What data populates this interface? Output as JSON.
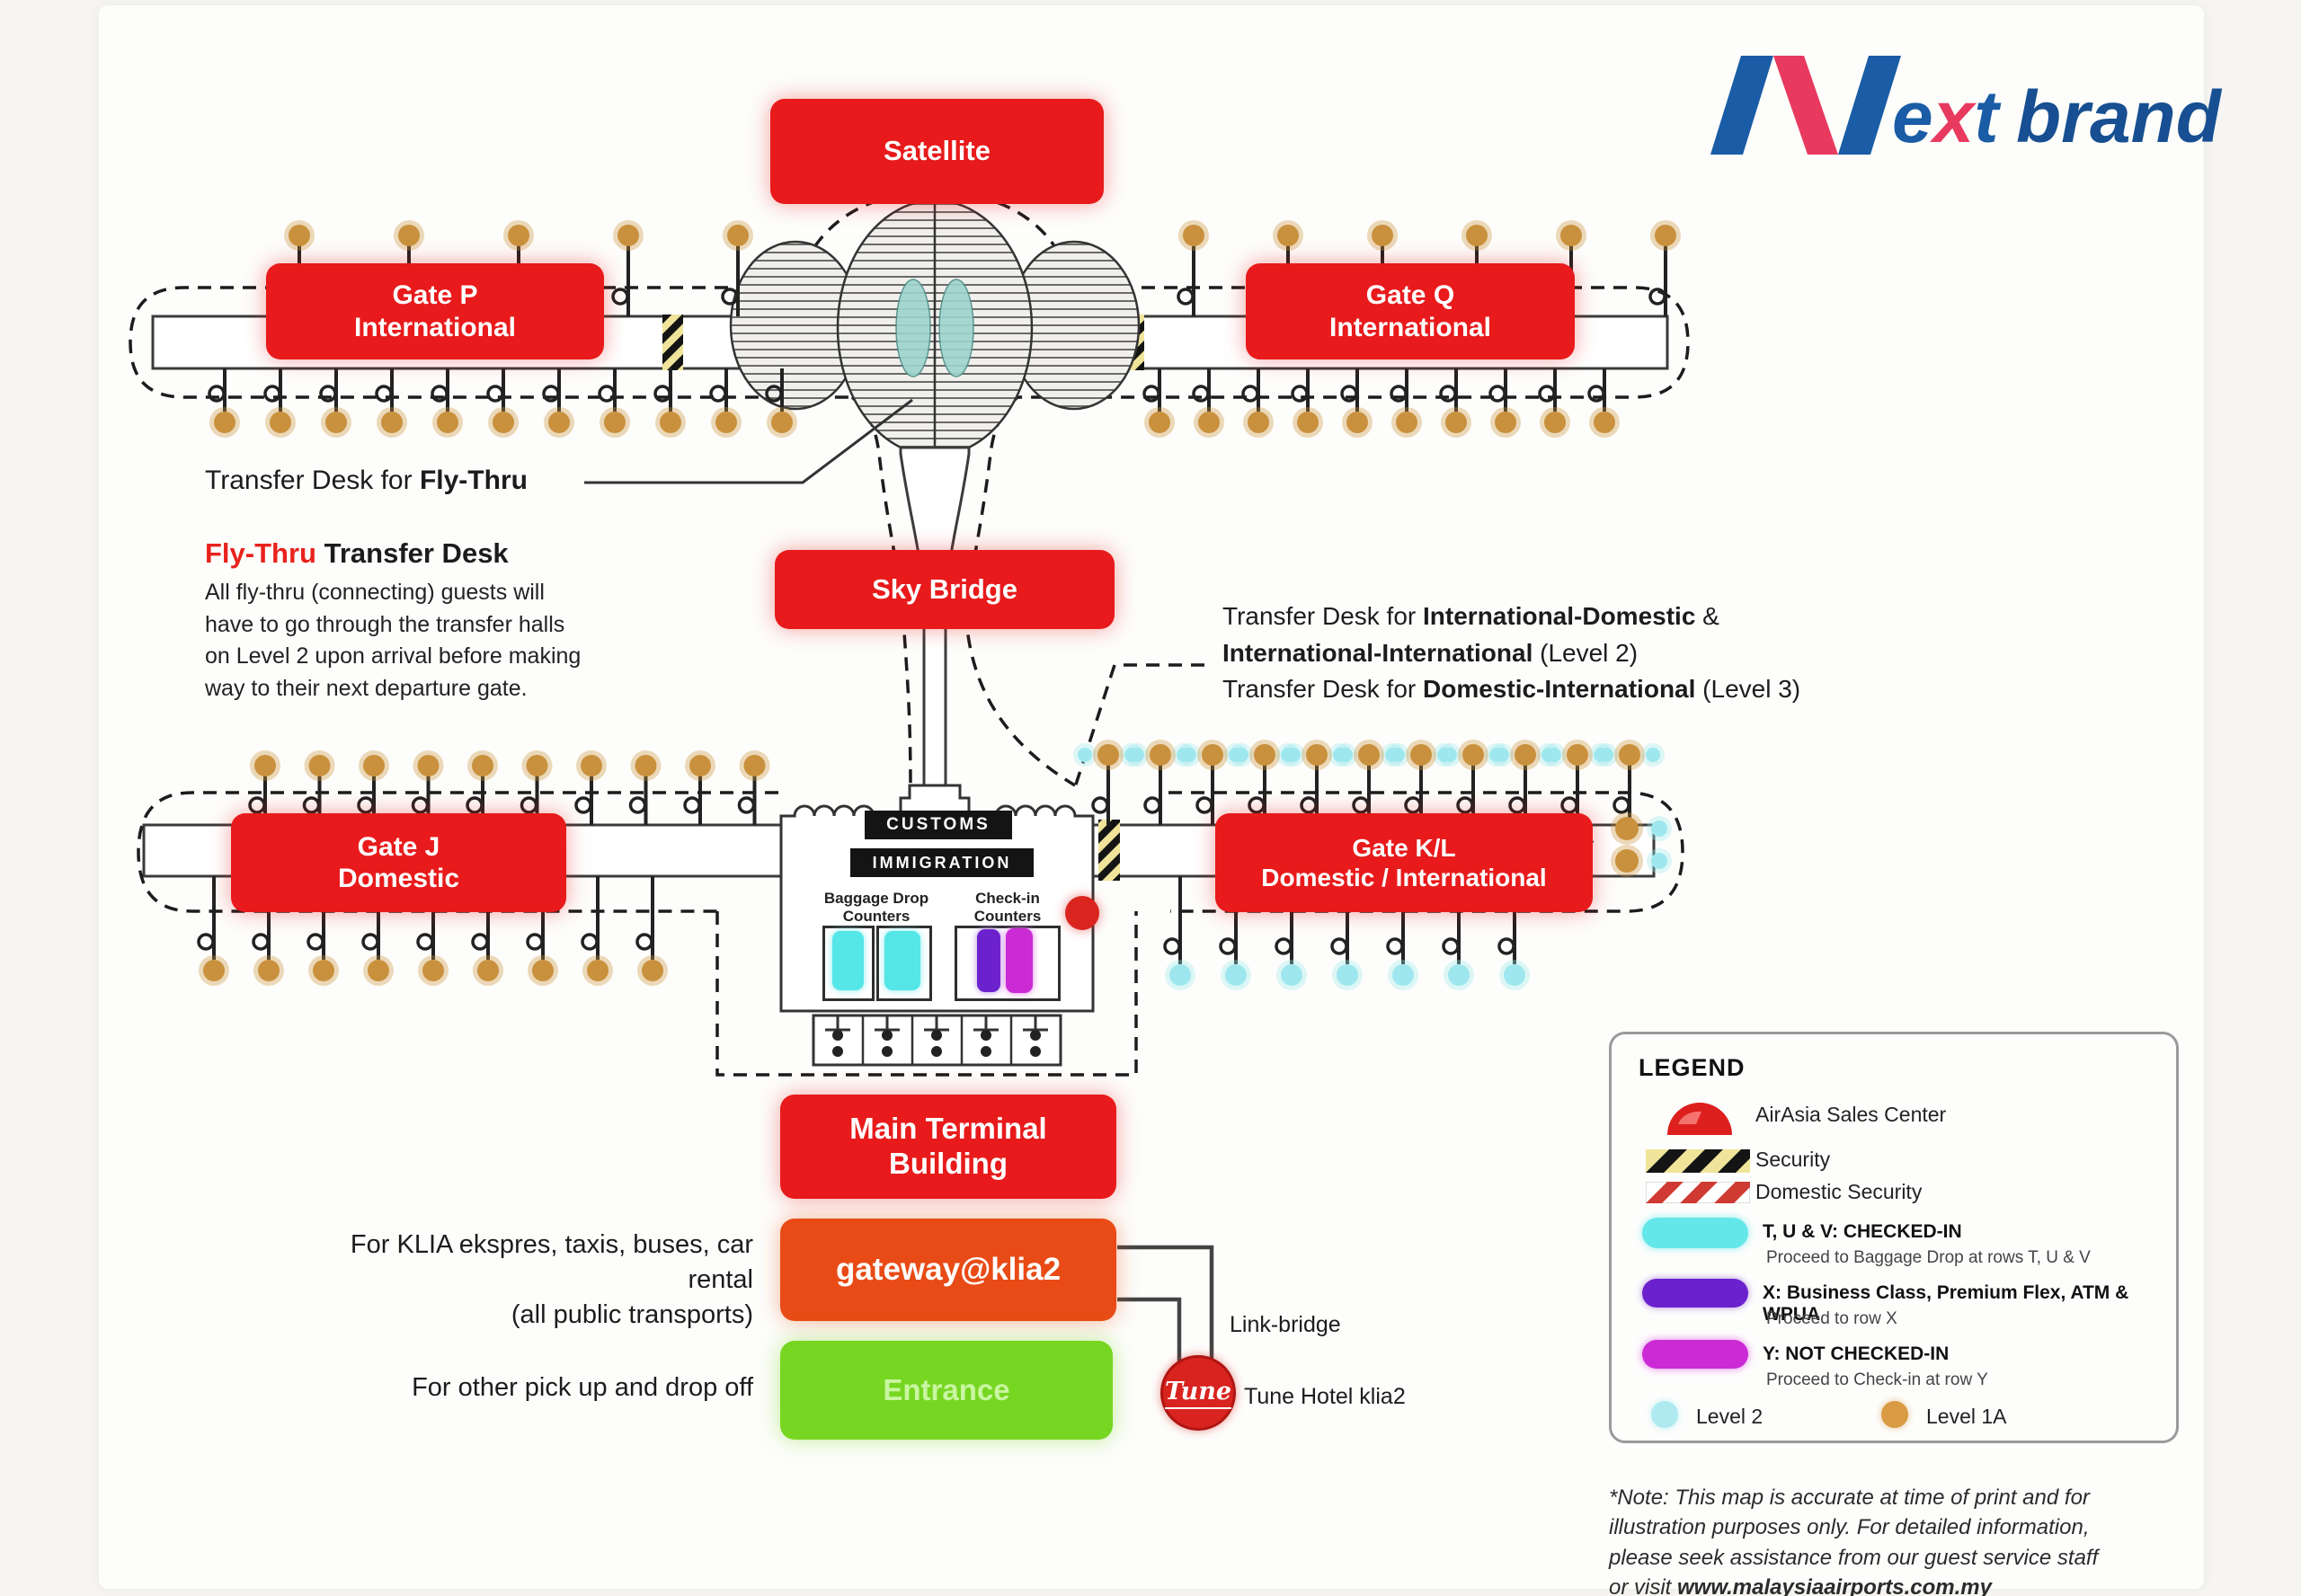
{
  "brand": {
    "ext": "ext",
    "brand": "brand",
    "blue": "#1a5ca5",
    "dark_blue": "#174f92",
    "pink": "#e83a5f"
  },
  "boxes": {
    "satellite": "Satellite",
    "gate_p": "Gate P\nInternational",
    "gate_q": "Gate Q\nInternational",
    "sky_bridge": "Sky Bridge",
    "gate_j": "Gate J\nDomestic",
    "gate_kl": "Gate K/L\nDomestic / International",
    "main_terminal": "Main Terminal\nBuilding",
    "gateway": "gateway@klia2",
    "entrance": "Entrance"
  },
  "annotations": {
    "transfer_flythru_prefix": "Transfer Desk for ",
    "transfer_flythru_bold": "Fly-Thru",
    "flythru_heading_red": "Fly-Thru",
    "flythru_heading_rest": " Transfer Desk",
    "flythru_body": "All fly-thru (connecting) guests will\nhave to go through the transfer halls\non Level 2 upon arrival before making\nway to their next departure gate.",
    "transfer_l1_prefix": "Transfer Desk for ",
    "transfer_l1_bold": "International-Domestic",
    "transfer_l1_suffix": " &",
    "transfer_l2_bold": "International-International",
    "transfer_l2_suffix": " (Level 2)",
    "transfer_l3_prefix": "Transfer Desk for ",
    "transfer_l3_bold": "Domestic-International",
    "transfer_l3_suffix": " (Level 3)",
    "caption_transport": "For KLIA ekspres, taxis, buses, car rental\n(all public transports)",
    "caption_pickup": "For other pick up and drop off",
    "link_bridge": "Link-bridge",
    "tune_logo": "Tune",
    "tune_hotel": "Tune Hotel klia2"
  },
  "terminal": {
    "customs": "CUSTOMS",
    "immigration": "IMMIGRATION",
    "baggage_label": "Baggage Drop\nCounters",
    "checkin_label": "Check-in\nCounters"
  },
  "legend": {
    "title": "LEGEND",
    "items": [
      {
        "icon": "airasia-dome",
        "label": "AirAsia Sales Center"
      },
      {
        "icon": "security-hatch",
        "label": "Security"
      },
      {
        "icon": "domestic-security-hatch",
        "label": "Domestic Security"
      },
      {
        "icon": "cyan-pill",
        "label": "T, U & V: CHECKED-IN",
        "sub": "Proceed to Baggage Drop at rows T, U & V"
      },
      {
        "icon": "purple-pill",
        "label": "X: Business Class, Premium Flex, ATM & WPUA",
        "sub": "Proceed to row X"
      },
      {
        "icon": "magenta-pill",
        "label": "Y: NOT CHECKED-IN",
        "sub": "Proceed to Check-in at row Y"
      }
    ],
    "levels": [
      {
        "icon": "cyan-dot",
        "label": "Level 2"
      },
      {
        "icon": "orange-dot",
        "label": "Level 1A"
      }
    ]
  },
  "note": {
    "prefix": "*Note: This map is accurate at time of print and for\nillustration purposes only. For detailed information,\nplease seek assistance from our guest service staff\nor visit ",
    "bold": "www.malaysiaairports.com.my"
  },
  "colors": {
    "terminal_red": "#e81a1b",
    "gateway_orange": "#e84b15",
    "entrance_green": "#77d621",
    "checked_in_cyan": "#55e6e8",
    "row_x_purple": "#6b21cc",
    "row_y_magenta": "#cb2bd5",
    "level_1a_orange": "#c9913d",
    "level_2_cyan": "#9fe7ee"
  },
  "piers": [
    {
      "id": "P-upper",
      "letter": "P",
      "level": "1A",
      "count": 5
    },
    {
      "id": "P-lower",
      "letter": "P",
      "level": "1A",
      "count": 11
    },
    {
      "id": "Q-upper",
      "letter": "Q",
      "level": "1A",
      "count": 6
    },
    {
      "id": "Q-lower",
      "letter": "Q",
      "level": "1A",
      "count": 10
    },
    {
      "id": "J-upper",
      "letter": "J",
      "level": "1A",
      "count": 10
    },
    {
      "id": "J-lower",
      "letter": "J",
      "level": "1A",
      "count": 9
    },
    {
      "id": "KL-upper",
      "letter": "K/L",
      "level": "1A+2",
      "count": 11
    },
    {
      "id": "KL-lower",
      "letter": "K/L",
      "level": "2",
      "count": 7
    },
    {
      "id": "KL-end",
      "letter": "K/L",
      "level": "1A+2",
      "count": 2
    }
  ]
}
